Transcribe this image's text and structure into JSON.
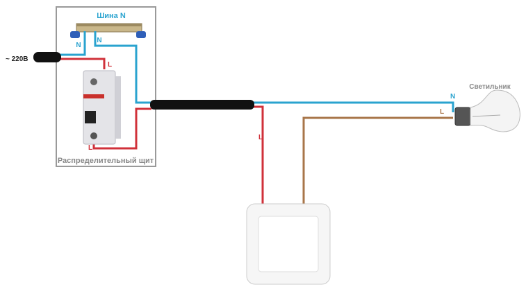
{
  "labels": {
    "bus": "Шина N",
    "supply": "~ 220В",
    "panel": "Распределительный щит",
    "lamp": "Светильник",
    "neutral": "N",
    "line": "L"
  },
  "colors": {
    "neutral": "#2aa3cf",
    "line": "#d0313a",
    "switched": "#a8764a",
    "cable": "#111111",
    "panel_border": "#9a9a9a"
  }
}
